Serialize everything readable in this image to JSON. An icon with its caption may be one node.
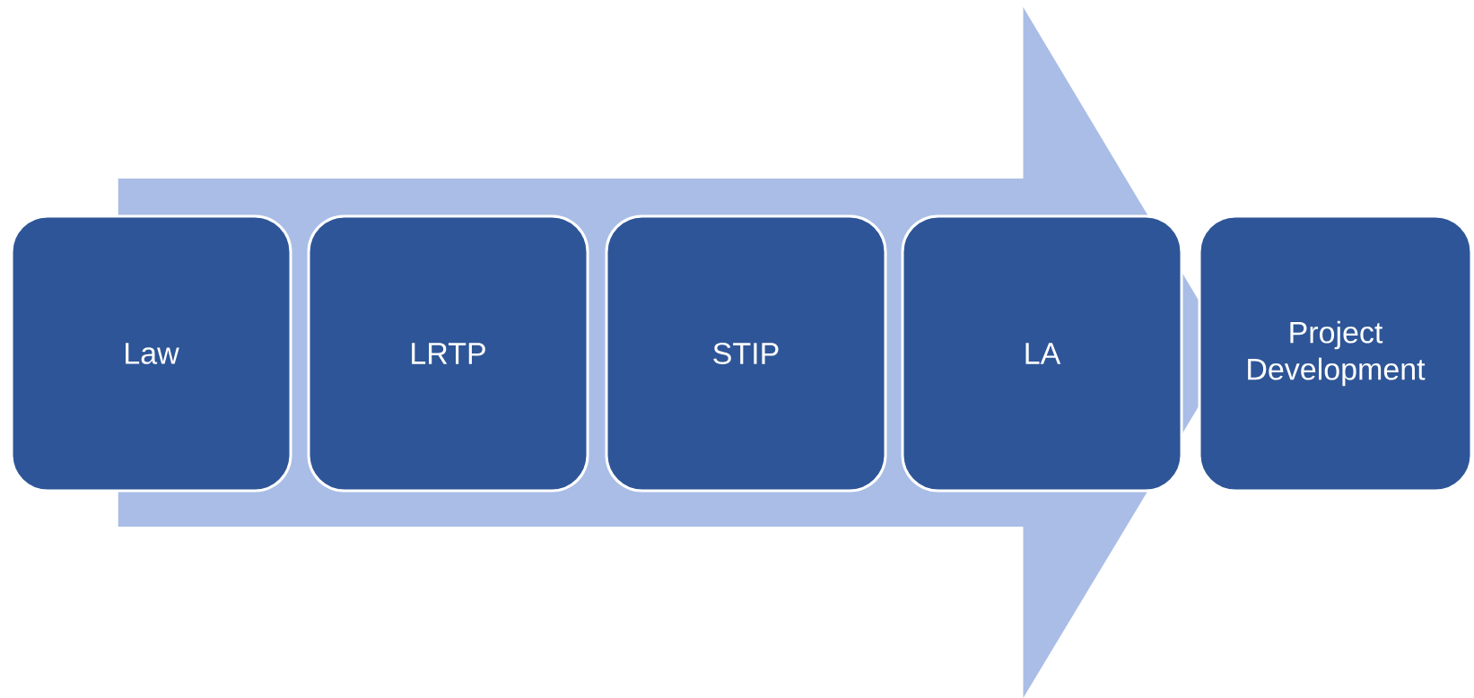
{
  "diagram": {
    "nodes": [
      {
        "text": [
          "Law"
        ]
      },
      {
        "text": [
          "LRTP"
        ]
      },
      {
        "text": [
          "STIP"
        ]
      },
      {
        "text": [
          "LA"
        ]
      },
      {
        "text": [
          "Project Development"
        ]
      }
    ],
    "edges": [
      {
        "from": 0,
        "to": 4,
        "arrow": "to"
      }
    ]
  }
}
